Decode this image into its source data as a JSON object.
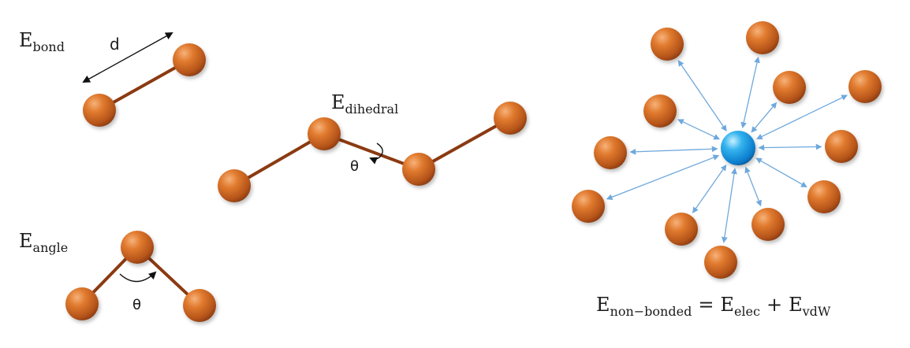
{
  "bond": {
    "main": "E",
    "sub": "bond",
    "distance_label": "d"
  },
  "angle": {
    "main": "E",
    "sub": "angle",
    "theta_label": "θ"
  },
  "dihedral": {
    "main": "E",
    "sub": "dihedral",
    "theta_label": "θ"
  },
  "nonbonded": {
    "main": "E",
    "sub": "non−bonded",
    "eq": "=",
    "elec_main": "E",
    "elec_sub": "elec",
    "plus": "+",
    "vdw_main": "E",
    "vdw_sub": "vdW"
  },
  "colors": {
    "atom": "#d2691e",
    "bond": "#8b3a12",
    "center_atom": "#1e90e0",
    "arrow": "#6fa8dc"
  }
}
